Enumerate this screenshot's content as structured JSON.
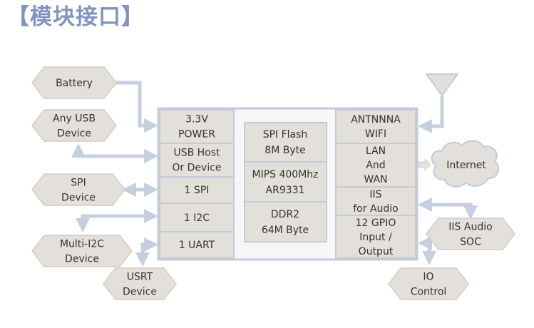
{
  "title": "【模块接口】",
  "colors": {
    "title": "#7f95bf",
    "box_fill": "#e3dfdb",
    "box_stroke": "#c3cbd9",
    "connector": "#c6cfe0",
    "center_fill": "#f6f6f6"
  },
  "module": {
    "left_cells": [
      {
        "lines": [
          "3.3V",
          "POWER"
        ]
      },
      {
        "lines": [
          "USB Host",
          "Or  Device"
        ]
      },
      {
        "lines": [
          "1  SPI"
        ]
      },
      {
        "lines": [
          "1  I2C"
        ]
      },
      {
        "lines": [
          "1  UART"
        ]
      }
    ],
    "center_cells": [
      {
        "lines": [
          "SPI Flash",
          "8M Byte"
        ]
      },
      {
        "lines": [
          "MIPS  400Mhz",
          "AR9331"
        ]
      },
      {
        "lines": [
          "DDR2",
          "64M Byte"
        ]
      }
    ],
    "right_cells": [
      {
        "lines": [
          "ANTNNNA",
          "WIFI"
        ]
      },
      {
        "lines": [
          "LAN",
          "And",
          "WAN"
        ]
      },
      {
        "lines": [
          "IIS",
          "for  Audio"
        ]
      },
      {
        "lines": [
          "12  GPIO",
          "Input /",
          "Output"
        ]
      }
    ]
  },
  "peripherals": {
    "battery": [
      "Battery"
    ],
    "usb_device": [
      "Any USB",
      "Device"
    ],
    "spi_device": [
      "SPI",
      "Device"
    ],
    "i2c_device": [
      "Multi-I2C",
      "Device"
    ],
    "uart_device": [
      "USRT",
      "Device"
    ],
    "internet": [
      "Internet"
    ],
    "iis_soc": [
      "IIS Audio",
      "SOC"
    ],
    "io_control": [
      "IO",
      "Control"
    ]
  }
}
